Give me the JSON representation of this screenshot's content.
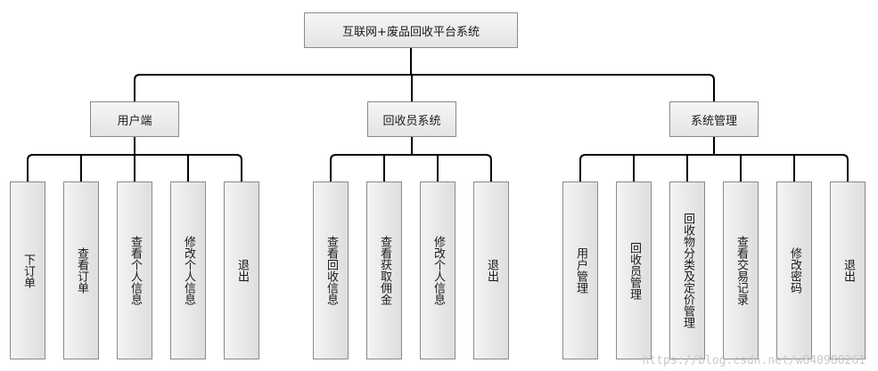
{
  "root": {
    "label": "互联网+废品回收平台系统"
  },
  "branches": [
    {
      "label": "用户端",
      "children": [
        "下订单",
        "查看订单",
        "查看个人信息",
        "修改个人信息",
        "退出"
      ]
    },
    {
      "label": "回收员系统",
      "children": [
        "查看回收信息",
        "查看获取佣金",
        "修改个人信息",
        "退出"
      ]
    },
    {
      "label": "系统管理",
      "children": [
        "用户管理",
        "回收员管理",
        "回收物分类及定价管理",
        "查看交易记录",
        "修改密码",
        "退出"
      ]
    }
  ],
  "watermark": "https://blog.csdn.net/w840980261",
  "colors": {
    "box_border": "#8a8a8a",
    "box_fill": "#e8e8e8",
    "line": "#000000"
  }
}
